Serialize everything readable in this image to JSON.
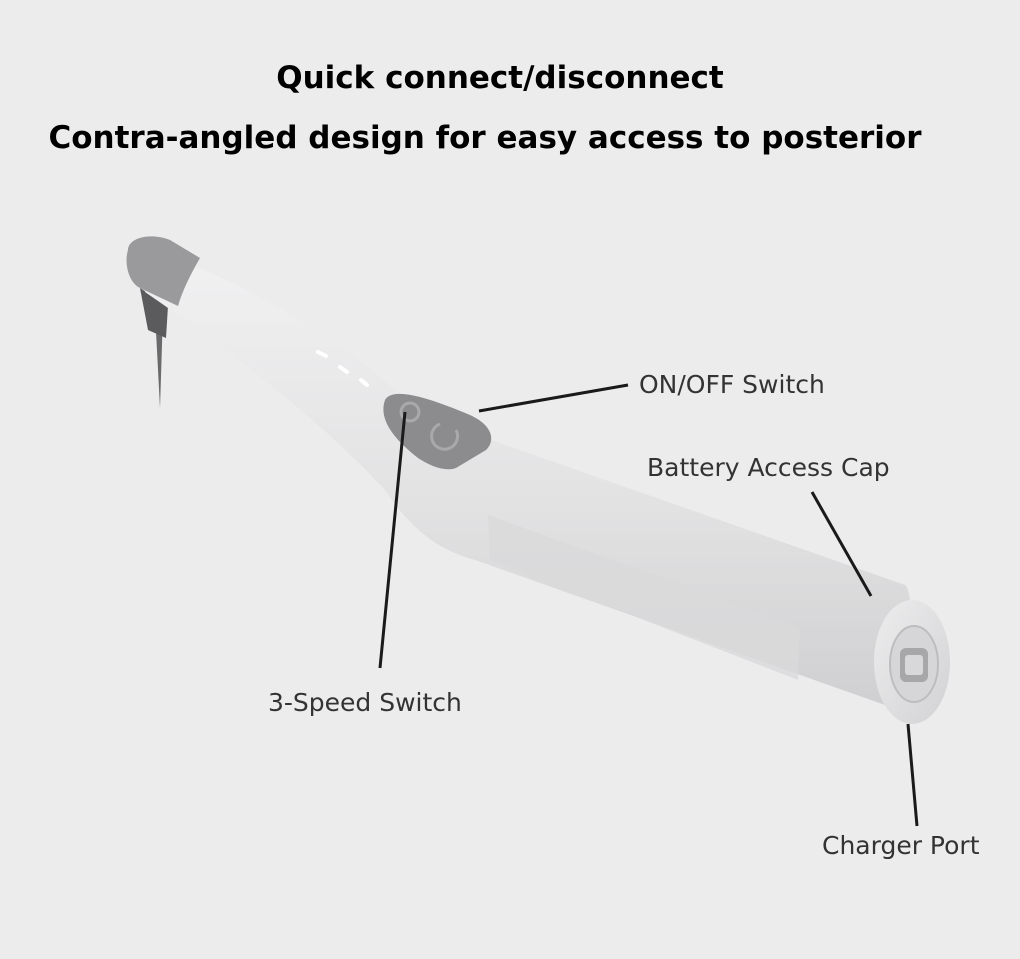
{
  "header": {
    "line1": "Quick connect/disconnect",
    "line2": "Contra-angled design for easy access to posterior"
  },
  "callouts": {
    "on_off": "ON/OFF Switch",
    "battery": "Battery Access Cap",
    "speed": "3-Speed Switch",
    "charger": "Charger Port"
  },
  "colors": {
    "background": "#ececed",
    "body": "#e3e3e4",
    "button": "#8c8c8e",
    "head_cap": "#9a9a9c",
    "leader_line": "#1a1a1a"
  }
}
